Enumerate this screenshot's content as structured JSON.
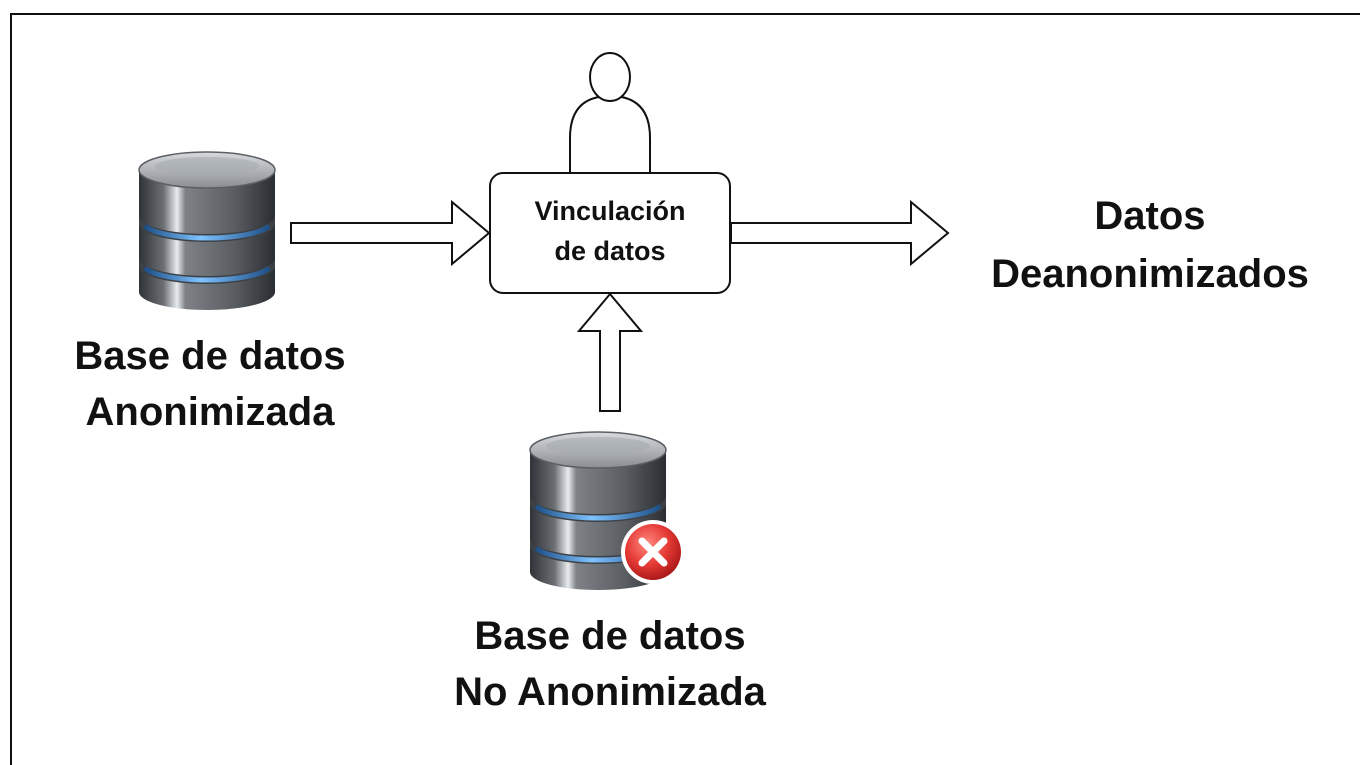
{
  "diagram": {
    "source_db": {
      "icon": "database-icon",
      "label_line1": "Base de datos",
      "label_line2": "Anonimizada"
    },
    "auxiliary_db": {
      "icon": "database-error-icon",
      "label_line1": "Base de datos",
      "label_line2": "No Anonimizada"
    },
    "process": {
      "icon": "person-icon",
      "label_line1": "Vinculación",
      "label_line2": "de datos"
    },
    "output": {
      "label_line1": "Datos",
      "label_line2": "Deanonimizados"
    }
  },
  "colors": {
    "stroke": "#111111",
    "db_body": "#6f7378",
    "db_band": "#4a90d9",
    "error_badge": "#d32f2f"
  }
}
